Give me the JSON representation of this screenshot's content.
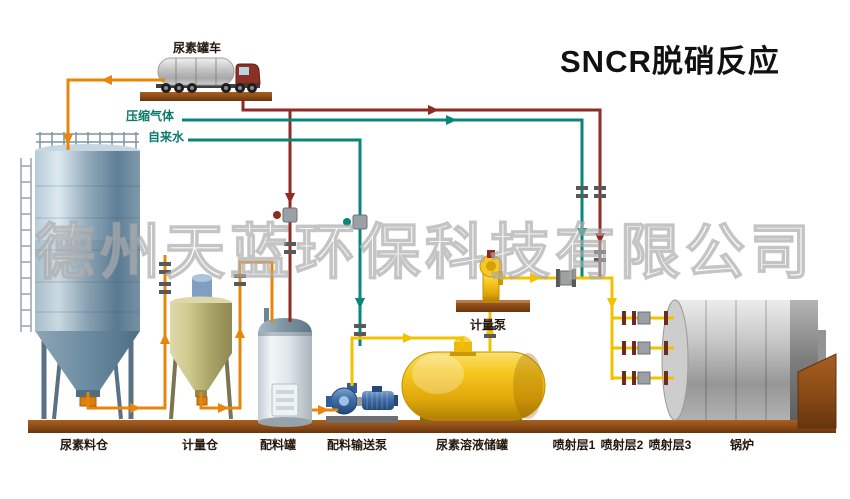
{
  "title": "SNCR脱硝反应",
  "watermark": "德州天蓝环保科技有限公司",
  "pipes": {
    "compressed_gas_label": "压缩气体",
    "tap_water_label": "自来水"
  },
  "equipment": {
    "truck": "尿素罐车",
    "silo": "尿素料仓",
    "metering_bin": "计量仓",
    "mixing_tank": "配料罐",
    "transfer_pump": "配料输送泵",
    "solution_tank": "尿素溶液储罐",
    "metering_pump": "计量泵",
    "injection_layer_1": "喷射层1",
    "injection_layer_2": "喷射层2",
    "injection_layer_3": "喷射层3",
    "boiler": "锅炉"
  },
  "colors": {
    "pipe_orange": "#e8860b",
    "pipe_red": "#8e2b22",
    "pipe_teal": "#0a8678",
    "pipe_yellow": "#f2c200",
    "platform_brown": "#8a4a16"
  }
}
